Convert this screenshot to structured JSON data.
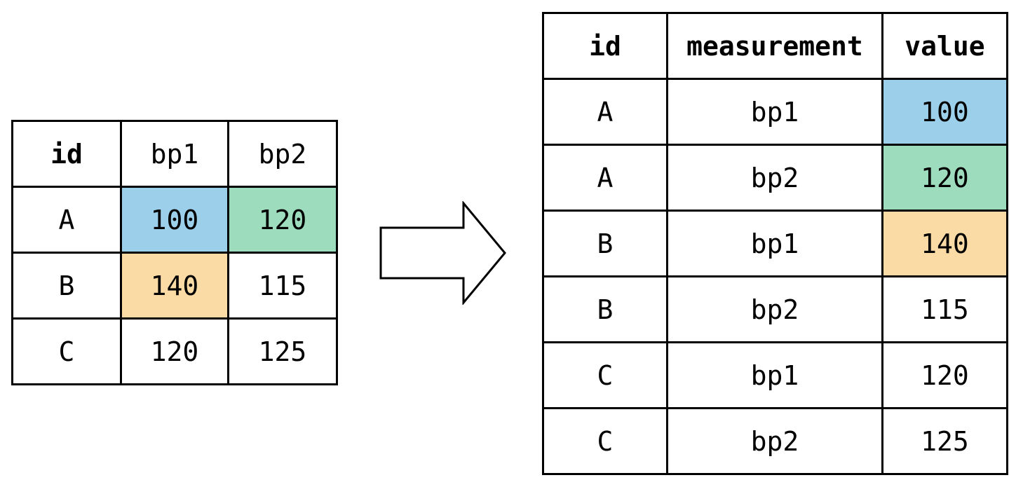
{
  "colors": {
    "blue": "#9ccfea",
    "green": "#9ddcbd",
    "orange": "#fadba6",
    "border": "#000000"
  },
  "wide_table": {
    "headers": [
      "id",
      "bp1",
      "bp2"
    ],
    "rows": [
      {
        "id": "A",
        "bp1": "100",
        "bp2": "120",
        "bp1_color": "blue",
        "bp2_color": "green"
      },
      {
        "id": "B",
        "bp1": "140",
        "bp2": "115",
        "bp1_color": "orange",
        "bp2_color": ""
      },
      {
        "id": "C",
        "bp1": "120",
        "bp2": "125",
        "bp1_color": "",
        "bp2_color": ""
      }
    ]
  },
  "long_table": {
    "headers": [
      "id",
      "measurement",
      "value"
    ],
    "rows": [
      {
        "id": "A",
        "measurement": "bp1",
        "value": "100",
        "value_color": "blue"
      },
      {
        "id": "A",
        "measurement": "bp2",
        "value": "120",
        "value_color": "green"
      },
      {
        "id": "B",
        "measurement": "bp1",
        "value": "140",
        "value_color": "orange"
      },
      {
        "id": "B",
        "measurement": "bp2",
        "value": "115",
        "value_color": ""
      },
      {
        "id": "C",
        "measurement": "bp1",
        "value": "120",
        "value_color": ""
      },
      {
        "id": "C",
        "measurement": "bp2",
        "value": "125",
        "value_color": ""
      }
    ]
  },
  "arrow": {
    "icon": "right-arrow-icon",
    "direction": "right"
  }
}
